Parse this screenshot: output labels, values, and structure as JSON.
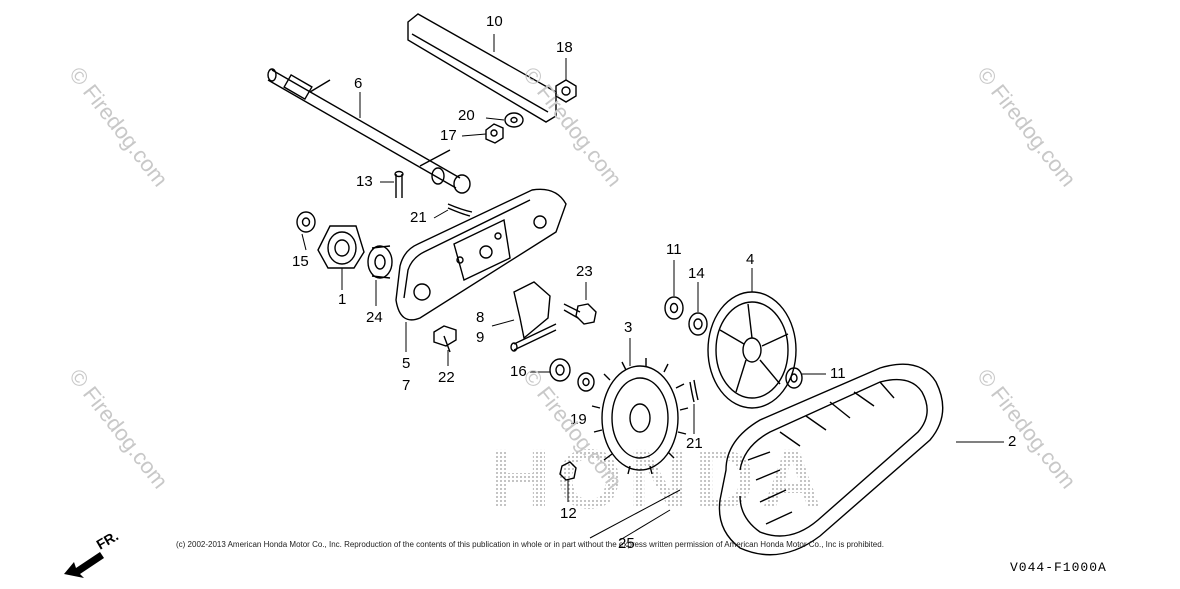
{
  "callouts": [
    "10",
    "18",
    "6",
    "20",
    "17",
    "13",
    "21",
    "15",
    "1",
    "24",
    "5",
    "7",
    "23",
    "11",
    "14",
    "4",
    "8",
    "9",
    "22",
    "3",
    "16",
    "19",
    "21",
    "11",
    "2",
    "12",
    "25"
  ],
  "watermark_text": "© Firedog.com",
  "copyright": "(c) 2002-2013 American Honda Motor Co., Inc. Reproduction of the contents of this publication in whole or in part without the express written permission of American Honda Motor Co., Inc is prohibited.",
  "direction_label": "FR.",
  "reference_code": "V044-F1000A",
  "honda_mark": "HONDA"
}
